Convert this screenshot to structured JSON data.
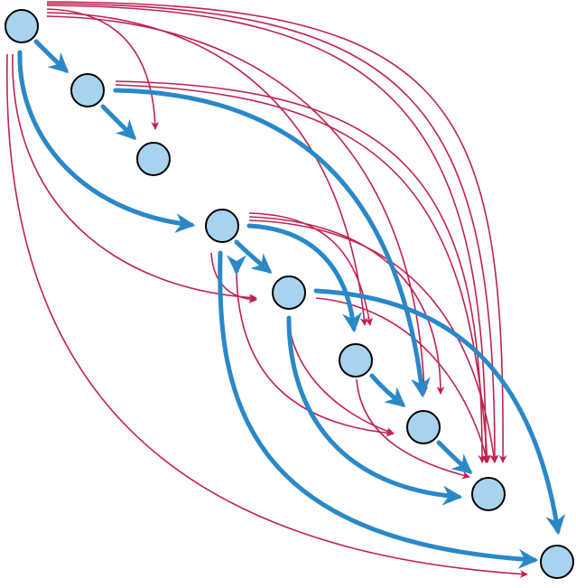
{
  "diagram": {
    "type": "directed-graph",
    "colors": {
      "background": "#ffffff",
      "node_fill": "#a8d3ef",
      "node_stroke": "#000000",
      "tree_edge": "#2a88c8",
      "other_edge": "#c0224f"
    },
    "nodes": [
      {
        "id": "n0"
      },
      {
        "id": "n1"
      },
      {
        "id": "n2"
      },
      {
        "id": "n3"
      },
      {
        "id": "n4"
      },
      {
        "id": "n5"
      },
      {
        "id": "n6"
      },
      {
        "id": "n7"
      },
      {
        "id": "n8"
      },
      {
        "id": "n9"
      }
    ],
    "tree_edges": [
      {
        "from": "n0",
        "to": "n1"
      },
      {
        "from": "n1",
        "to": "n2"
      },
      {
        "from": "n0",
        "to": "n3"
      },
      {
        "from": "n1",
        "to": "n6"
      },
      {
        "from": "n3",
        "to": "n4"
      },
      {
        "from": "n4",
        "to": "n5"
      },
      {
        "from": "n4",
        "to": "n9"
      },
      {
        "from": "n5",
        "to": "n6"
      },
      {
        "from": "n6",
        "to": "n7"
      },
      {
        "from": "n3",
        "to": "n8"
      },
      {
        "from": "n4",
        "to": "n7"
      },
      {
        "from": "n3",
        "to": "n9"
      }
    ],
    "other_edges": [
      {
        "from": "n0",
        "to": "n2"
      },
      {
        "from": "n0",
        "to": "n5"
      },
      {
        "from": "n0",
        "to": "n6"
      },
      {
        "from": "n0",
        "to": "n7"
      },
      {
        "from": "n0",
        "to": "n7"
      },
      {
        "from": "n0",
        "to": "n7"
      },
      {
        "from": "n0",
        "to": "n4"
      },
      {
        "from": "n0",
        "to": "n9"
      },
      {
        "from": "n1",
        "to": "n7"
      },
      {
        "from": "n1",
        "to": "n7"
      },
      {
        "from": "n3",
        "to": "n5"
      },
      {
        "from": "n3",
        "to": "n6"
      },
      {
        "from": "n3",
        "to": "n7"
      },
      {
        "from": "n3",
        "to": "n4"
      },
      {
        "from": "n3",
        "to": "n8"
      },
      {
        "from": "n4",
        "to": "n8"
      },
      {
        "from": "n5",
        "to": "n8"
      },
      {
        "from": "n4",
        "to": "n6"
      }
    ]
  }
}
